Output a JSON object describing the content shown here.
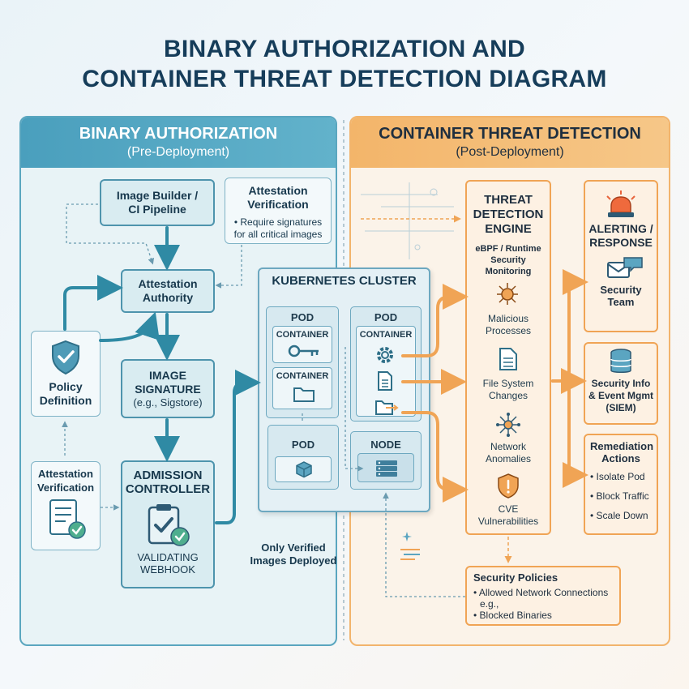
{
  "title": {
    "line1": "BINARY AUTHORIZATION AND",
    "line2": "CONTAINER THREAT DETECTION DIAGRAM"
  },
  "left_panel": {
    "title": "BINARY AUTHORIZATION",
    "subtitle": "(Pre-Deployment)",
    "image_builder": {
      "line1": "Image Builder /",
      "line2": "CI Pipeline"
    },
    "attestation_verification_top": {
      "title1": "Attestation",
      "title2": "Verification",
      "note1": "• Require signatures",
      "note2": "for all critical images"
    },
    "attestation_authority": {
      "line1": "Attestation",
      "line2": "Authority"
    },
    "policy_definition": {
      "line1": "Policy",
      "line2": "Definition"
    },
    "image_signature": {
      "line1": "IMAGE",
      "line2": "SIGNATURE",
      "line3": "(e.g., Sigstore)"
    },
    "attestation_verification_bottom": {
      "line1": "Attestation",
      "line2": "Verification"
    },
    "admission_controller": {
      "line1": "ADMISSION",
      "line2": "CONTROLLER",
      "line3": "VALIDATING",
      "line4": "WEBHOOK"
    },
    "only_verified": {
      "line1": "Only Verified",
      "line2": "Images Deployed"
    }
  },
  "cluster": {
    "title": "KUBERNETES CLUSTER",
    "pod1": {
      "label": "POD",
      "container1": "CONTAINER",
      "container2": "CONTAINER"
    },
    "pod2": {
      "label": "POD",
      "container": "CONTAINER"
    },
    "pod3": {
      "label": "POD"
    },
    "node": {
      "label": "NODE"
    }
  },
  "right_panel": {
    "title": "CONTAINER THREAT DETECTION",
    "subtitle": "(Post-Deployment)",
    "engine": {
      "line1": "THREAT",
      "line2": "DETECTION",
      "line3": "ENGINE",
      "sub1": "eBPF / Runtime",
      "sub2": "Security Monitoring",
      "items": [
        {
          "line1": "Malicious",
          "line2": "Processes"
        },
        {
          "line1": "File System",
          "line2": "Changes"
        },
        {
          "line1": "Network",
          "line2": "Anomalies"
        },
        {
          "line1": "CVE",
          "line2": "Vulnerabilities"
        }
      ]
    },
    "alerting": {
      "line1": "ALERTING /",
      "line2": "RESPONSE",
      "team1": "Security",
      "team2": "Team"
    },
    "siem": {
      "line1": "Security Info",
      "line2": "& Event Mgmt",
      "line3": "(SIEM)"
    },
    "remediation": {
      "title1": "Remediation",
      "title2": "Actions",
      "items": [
        "• Isolate Pod",
        "• Block Traffic",
        "• Scale Down"
      ]
    },
    "policies": {
      "title": "Security Policies",
      "items": [
        "• Allowed Network Connections",
        "e.g.,",
        "• Blocked Binaries"
      ]
    }
  },
  "colors": {
    "teal": "#4e94ad",
    "orange": "#f0a455",
    "navy": "#163d5a",
    "alert_red": "#e8643c"
  }
}
